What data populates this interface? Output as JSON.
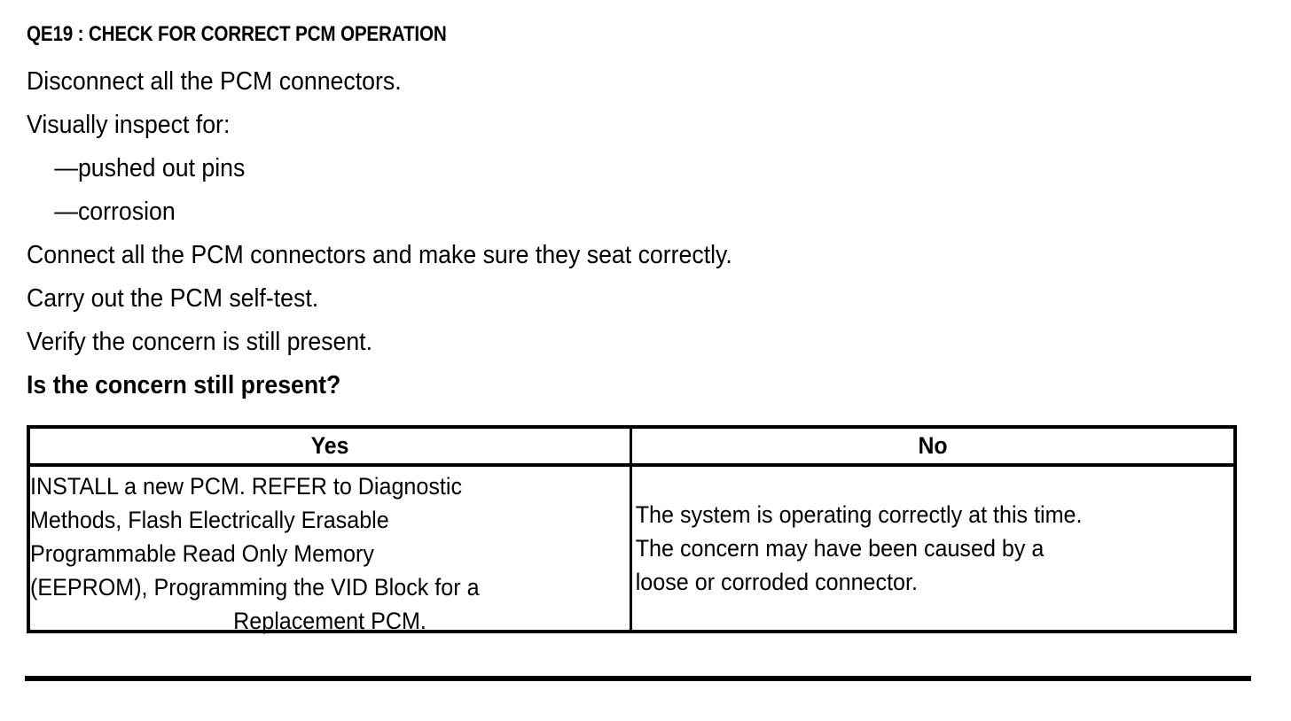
{
  "document": {
    "title": "QE19 : CHECK FOR CORRECT PCM OPERATION",
    "instructions": [
      {
        "text": "Disconnect all the PCM connectors.",
        "style": "normal"
      },
      {
        "text": "Visually inspect for:",
        "style": "normal"
      },
      {
        "text": "—pushed out pins",
        "style": "bullet"
      },
      {
        "text": "—corrosion",
        "style": "bullet"
      },
      {
        "text": "Connect all the PCM connectors and make sure they seat correctly.",
        "style": "normal"
      },
      {
        "text": "Carry out the PCM self-test.",
        "style": "normal"
      },
      {
        "text": "Verify the concern is still present.",
        "style": "normal"
      },
      {
        "text": "Is the concern still present?",
        "style": "bold"
      }
    ]
  },
  "decision_table": {
    "headers": [
      "Yes",
      "No"
    ],
    "yes_cell": {
      "lines": [
        {
          "text": "INSTALL a new PCM. REFER to Diagnostic",
          "align": "left"
        },
        {
          "text": "Methods, Flash Electrically Erasable",
          "align": "left"
        },
        {
          "text": "Programmable Read Only Memory",
          "align": "left"
        },
        {
          "text": "(EEPROM), Programming the VID Block for a",
          "align": "left"
        },
        {
          "text": "Replacement PCM.",
          "align": "center"
        }
      ]
    },
    "no_cell": {
      "lines": [
        {
          "text": "The system is operating correctly at this time.",
          "align": "left"
        },
        {
          "text": "The concern may have been caused by a",
          "align": "left"
        },
        {
          "text": "loose or corroded connector.",
          "align": "left"
        }
      ]
    }
  },
  "colors": {
    "ink": "#000000",
    "page": "#ffffff"
  }
}
